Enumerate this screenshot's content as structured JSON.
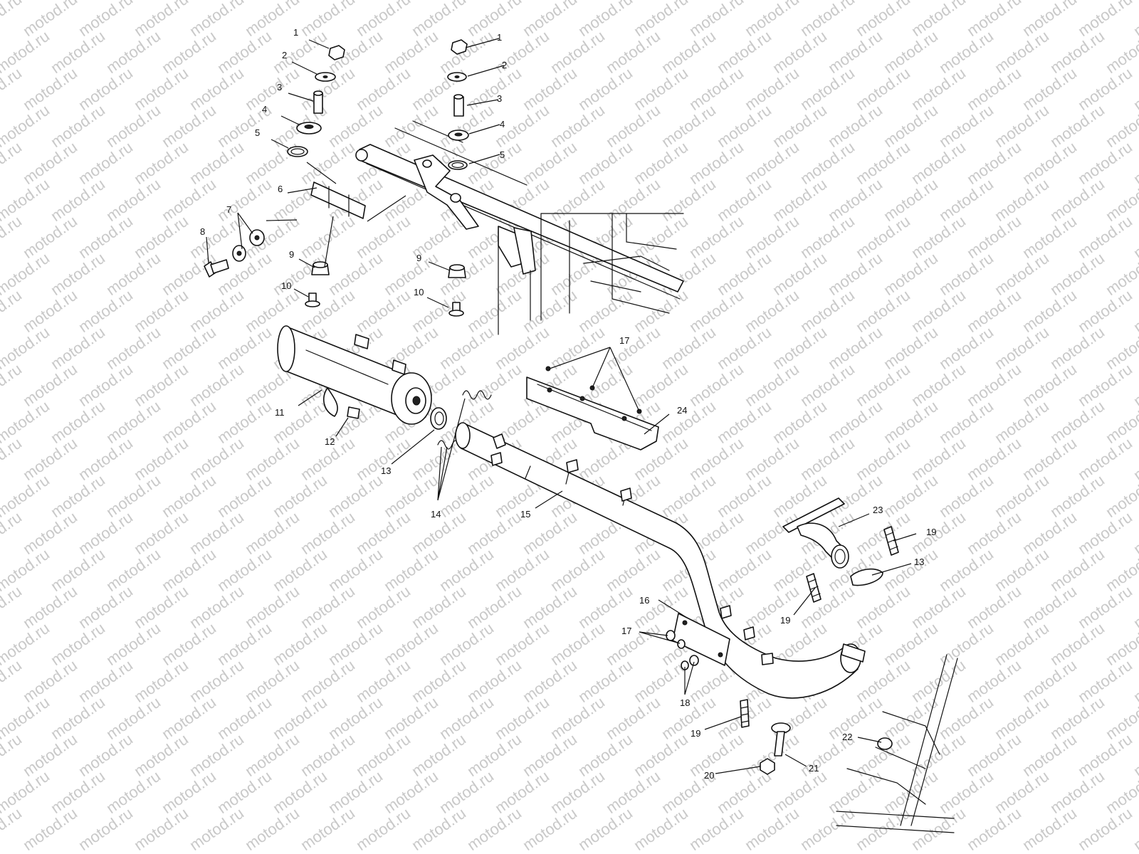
{
  "watermark": {
    "text": "motod.ru",
    "color": "#c9c9c9"
  },
  "callouts": [
    {
      "id": "1a",
      "label": "1"
    },
    {
      "id": "2a",
      "label": "2"
    },
    {
      "id": "3a",
      "label": "3"
    },
    {
      "id": "4a",
      "label": "4"
    },
    {
      "id": "5a",
      "label": "5"
    },
    {
      "id": "6",
      "label": "6"
    },
    {
      "id": "7",
      "label": "7"
    },
    {
      "id": "8",
      "label": "8"
    },
    {
      "id": "9a",
      "label": "9"
    },
    {
      "id": "10a",
      "label": "10"
    },
    {
      "id": "1b",
      "label": "1"
    },
    {
      "id": "2b",
      "label": "2"
    },
    {
      "id": "3b",
      "label": "3"
    },
    {
      "id": "4b",
      "label": "4"
    },
    {
      "id": "5b",
      "label": "5"
    },
    {
      "id": "9b",
      "label": "9"
    },
    {
      "id": "10b",
      "label": "10"
    },
    {
      "id": "11",
      "label": "11"
    },
    {
      "id": "12",
      "label": "12"
    },
    {
      "id": "13a",
      "label": "13"
    },
    {
      "id": "14",
      "label": "14"
    },
    {
      "id": "15",
      "label": "15"
    },
    {
      "id": "17a",
      "label": "17"
    },
    {
      "id": "24",
      "label": "24"
    },
    {
      "id": "23",
      "label": "23"
    },
    {
      "id": "19a",
      "label": "19"
    },
    {
      "id": "13b",
      "label": "13"
    },
    {
      "id": "19b",
      "label": "19"
    },
    {
      "id": "16",
      "label": "16"
    },
    {
      "id": "17b",
      "label": "17"
    },
    {
      "id": "18",
      "label": "18"
    },
    {
      "id": "19c",
      "label": "19"
    },
    {
      "id": "20",
      "label": "20"
    },
    {
      "id": "21",
      "label": "21"
    },
    {
      "id": "22",
      "label": "22"
    }
  ]
}
